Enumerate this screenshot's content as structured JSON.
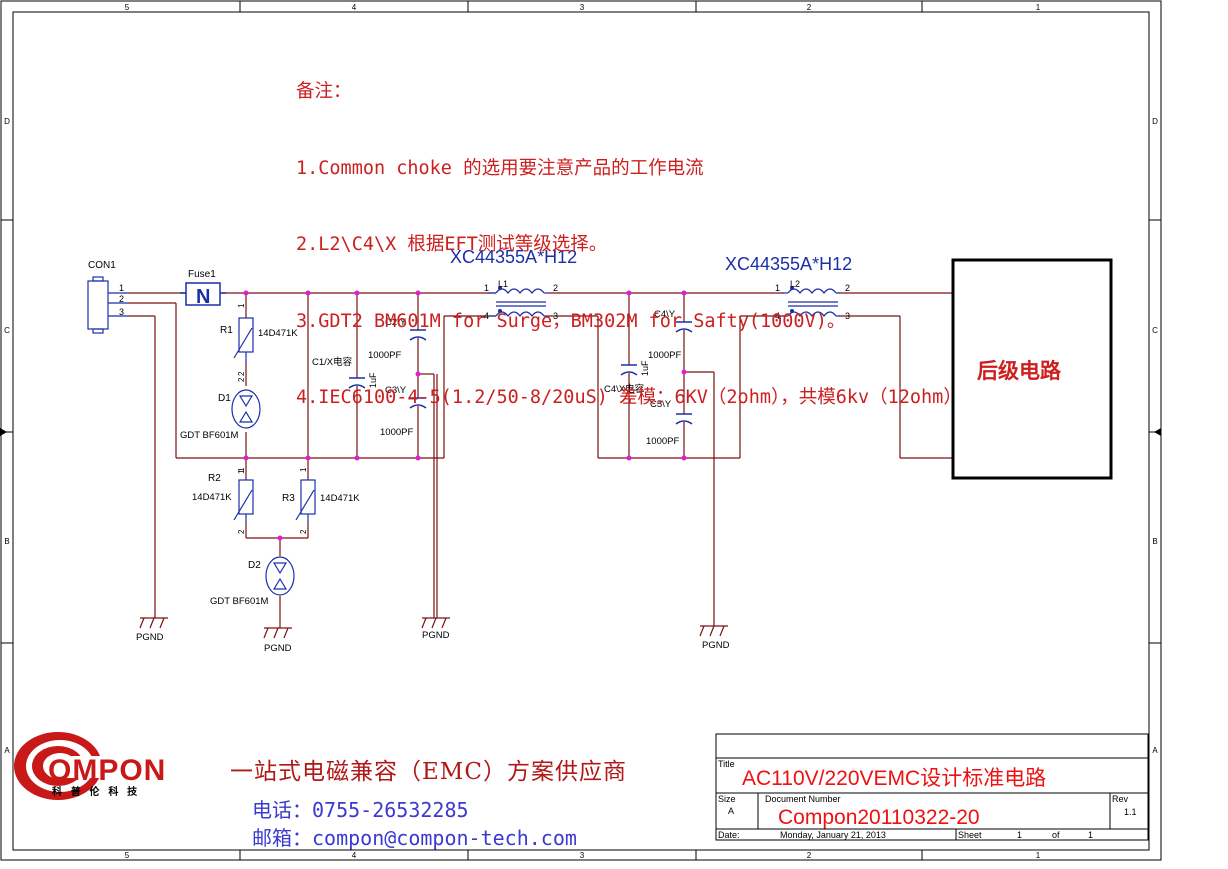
{
  "notes": {
    "heading": "备注：",
    "lines": [
      "1.Common choke 的选用要注意产品的工作电流",
      "2.L2\\C4\\X 根据EFT测试等级选择。",
      "3.GDT2 BM601M for Surge，BM302M for Safty(1000V)。",
      "4.IEC6100-4-5(1.2/50-8/20uS) 差模：6KV（2ohm），共模6kv（12ohm）"
    ]
  },
  "border": {
    "columns": [
      "5",
      "4",
      "3",
      "2",
      "1"
    ],
    "rows": [
      "D",
      "C",
      "B",
      "A"
    ]
  },
  "components": {
    "con1": {
      "ref": "CON1",
      "pins": [
        "1",
        "2",
        "3"
      ]
    },
    "fuse1": {
      "ref": "Fuse1"
    },
    "r1": {
      "ref": "R1",
      "value": "14D471K"
    },
    "r2": {
      "ref": "R2",
      "value": "14D471K"
    },
    "r3": {
      "ref": "R3",
      "value": "14D471K"
    },
    "d1": {
      "ref": "D1",
      "value": "GDT BF601M"
    },
    "d2": {
      "ref": "D2",
      "value": "GDT BF601M"
    },
    "c1": {
      "ref": "C1/X电容",
      "value": "1uF"
    },
    "c2": {
      "ref": "C2\\Y",
      "value": "1000PF"
    },
    "c3": {
      "ref": "C3\\Y",
      "value": "1000PF"
    },
    "c4x": {
      "ref": "C4\\X电容",
      "value": "1uF"
    },
    "c4y": {
      "ref": "C4\\Y",
      "value": "1000PF"
    },
    "c5": {
      "ref": "C5\\Y",
      "value": "1000PF"
    },
    "l1": {
      "ref": "L1",
      "part": "XC44355A*H12"
    },
    "l2": {
      "ref": "L2",
      "part": "XC44355A*H12"
    },
    "pin_numbers": [
      "1",
      "2",
      "3",
      "4"
    ],
    "ground_label": "PGND"
  },
  "load_block": {
    "label": "后级电路"
  },
  "company": {
    "logo_text": "OMPON",
    "logo_subtitle": "科 普 伦 科 技",
    "slogan": "一站式电磁兼容（EMC）方案供应商",
    "phone_label": "电话：",
    "phone": "0755-26532285",
    "email_label": "邮箱：",
    "email": "compon@compon-tech.com"
  },
  "title_block": {
    "title_label": "Title",
    "title": "AC110V/220VEMC设计标准电路",
    "size_label": "Size",
    "size": "A",
    "docnum_label": "Document Number",
    "docnum": "Compon20110322-20",
    "rev_label": "Rev",
    "rev": "1.1",
    "date_label": "Date:",
    "date": "Monday, January 21, 2013",
    "sheet_label": "Sheet",
    "sheet": "1",
    "of_label": "of",
    "sheet_total": "1"
  },
  "colors": {
    "wire": "#7a1010",
    "component": "#1a2fa8",
    "junction": "#e020d0",
    "note_text": "#cc1f1f",
    "brand_red": "#c81818"
  }
}
